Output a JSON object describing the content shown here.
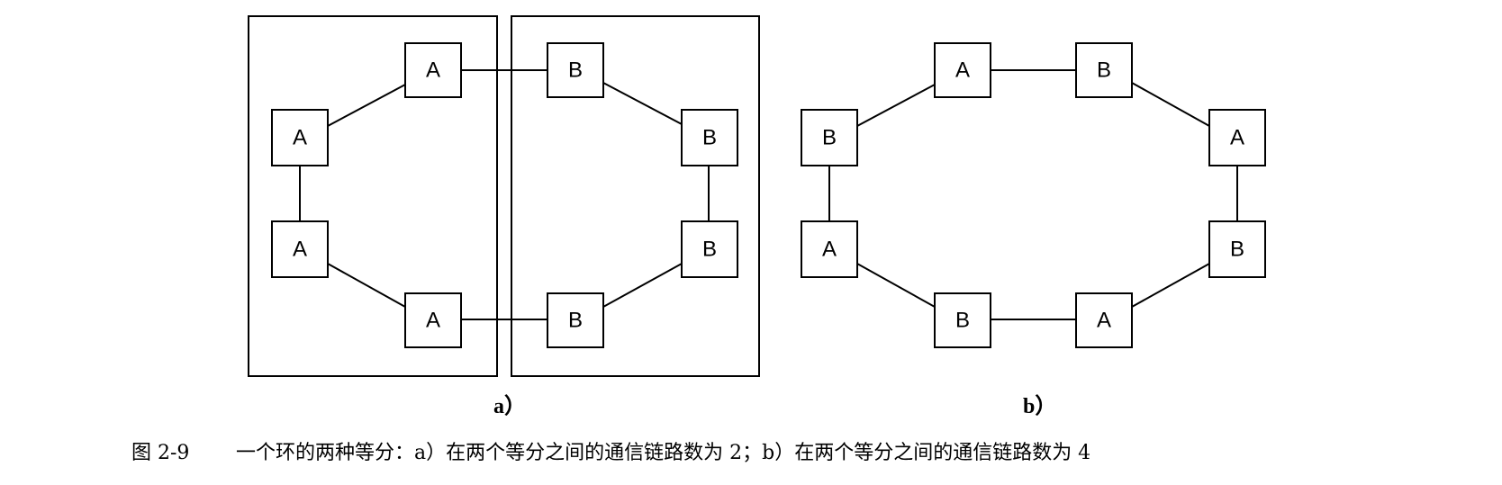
{
  "diagram_a": {
    "nodes": [
      {
        "id": "a1",
        "label": "A"
      },
      {
        "id": "a2",
        "label": "A"
      },
      {
        "id": "a3",
        "label": "A"
      },
      {
        "id": "a4",
        "label": "A"
      },
      {
        "id": "a5",
        "label": "B"
      },
      {
        "id": "a6",
        "label": "B"
      },
      {
        "id": "a7",
        "label": "B"
      },
      {
        "id": "a8",
        "label": "B"
      }
    ],
    "sublabel": "a）"
  },
  "diagram_b": {
    "nodes": [
      {
        "id": "b1",
        "label": "A"
      },
      {
        "id": "b2",
        "label": "B"
      },
      {
        "id": "b3",
        "label": "A"
      },
      {
        "id": "b4",
        "label": "B"
      },
      {
        "id": "b5",
        "label": "A"
      },
      {
        "id": "b6",
        "label": "B"
      },
      {
        "id": "b7",
        "label": "A"
      },
      {
        "id": "b8",
        "label": "B"
      }
    ],
    "sublabel": "b）"
  },
  "caption": {
    "number": "图 2-9",
    "text": "一个环的两种等分：a）在两个等分之间的通信链路数为 2；b）在两个等分之间的通信链路数为 4"
  }
}
